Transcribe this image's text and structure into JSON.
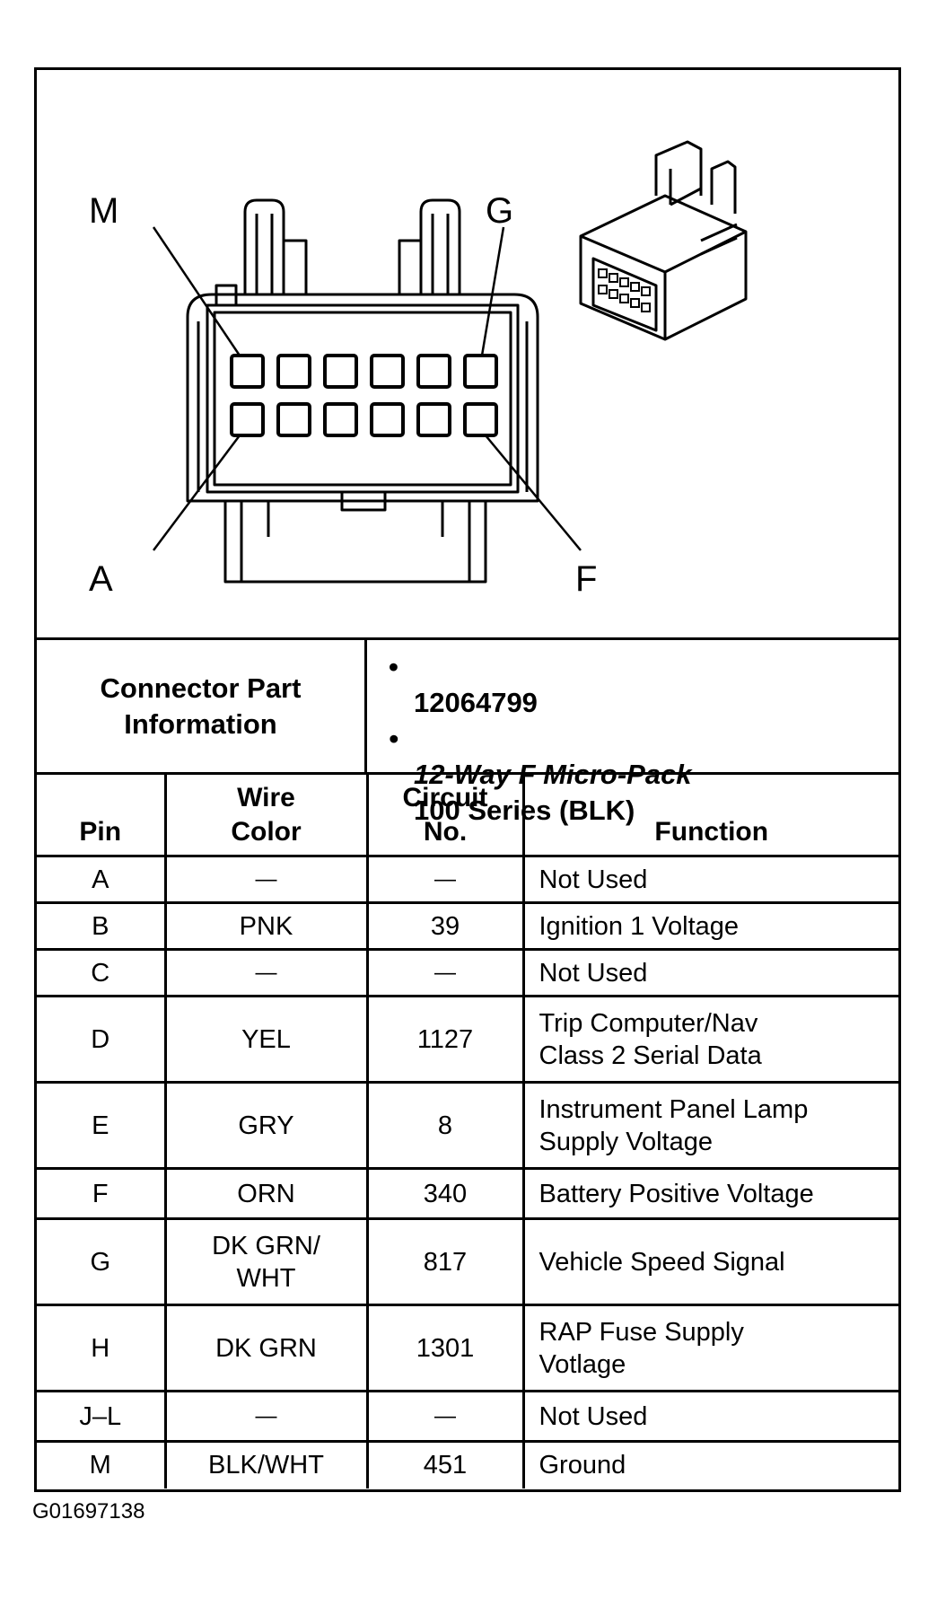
{
  "diagram": {
    "pin_labels": {
      "top_left": "M",
      "top_right": "G",
      "bottom_left": "A",
      "bottom_right": "F"
    }
  },
  "connector_info": {
    "title": "Connector Part\nInformation",
    "bullets": [
      {
        "text": "12064799",
        "italic": false
      },
      {
        "text": "12-Way F Micro-Pack",
        "second": "100 Series (BLK)",
        "italic": true
      }
    ]
  },
  "table": {
    "headers": {
      "pin": "Pin",
      "wire_color": "Wire\nColor",
      "circuit_no": "Circuit\nNo.",
      "function": "Function"
    },
    "rows": [
      {
        "pin": "A",
        "wire_color": "—",
        "circuit_no": "—",
        "function": "Not Used"
      },
      {
        "pin": "B",
        "wire_color": "PNK",
        "circuit_no": "39",
        "function": "Ignition 1 Voltage"
      },
      {
        "pin": "C",
        "wire_color": "—",
        "circuit_no": "—",
        "function": "Not Used"
      },
      {
        "pin": "D",
        "wire_color": "YEL",
        "circuit_no": "1127",
        "function": "Trip Computer/Nav\nClass 2 Serial Data"
      },
      {
        "pin": "E",
        "wire_color": "GRY",
        "circuit_no": "8",
        "function": "Instrument Panel Lamp\nSupply Voltage"
      },
      {
        "pin": "F",
        "wire_color": "ORN",
        "circuit_no": "340",
        "function": "Battery Positive Voltage"
      },
      {
        "pin": "G",
        "wire_color": "DK GRN/\nWHT",
        "circuit_no": "817",
        "function": "Vehicle Speed Signal"
      },
      {
        "pin": "H",
        "wire_color": "DK GRN",
        "circuit_no": "1301",
        "function": "RAP Fuse Supply\nVotlage"
      },
      {
        "pin": "J–L",
        "wire_color": "—",
        "circuit_no": "—",
        "function": "Not Used"
      },
      {
        "pin": "M",
        "wire_color": "BLK/WHT",
        "circuit_no": "451",
        "function": "Ground"
      }
    ]
  },
  "image_id": "G01697138"
}
